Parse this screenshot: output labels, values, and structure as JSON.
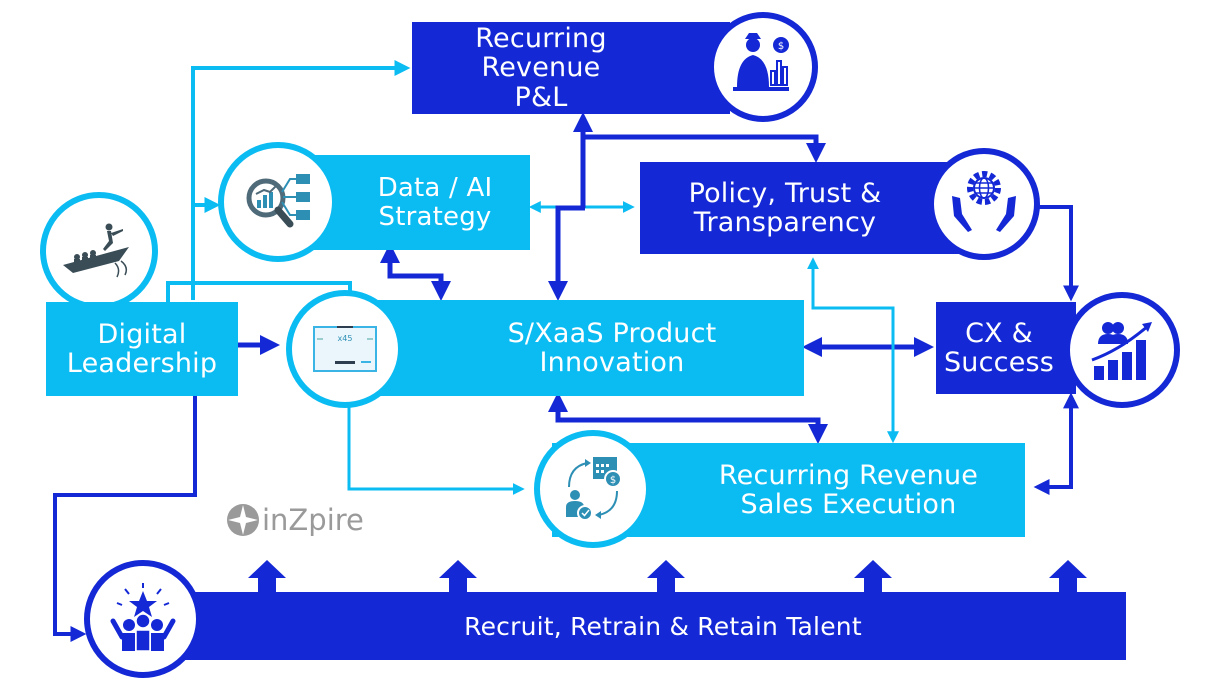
{
  "diagram": {
    "title": "Recurring Revenue Operating Model",
    "colors": {
      "dark_blue": "#1428d6",
      "light_blue": "#0bbcf3",
      "logo_gray": "#9a9a9a"
    },
    "nodes": {
      "recurring_revenue_pl": {
        "label": "Recurring Revenue\nP&L",
        "icon": "businessman-analytics-icon"
      },
      "data_ai_strategy": {
        "label": "Data / AI\nStrategy",
        "icon": "magnifier-analytics-icon"
      },
      "policy_trust": {
        "label": "Policy, Trust &\nTransparency",
        "icon": "hands-globe-gear-icon"
      },
      "digital_leadership": {
        "label": "Digital\nLeadership",
        "icon": "leader-boat-icon"
      },
      "product_innovation": {
        "label": "S/XaaS Product\nInnovation",
        "icon": "saas-dashboard-icon"
      },
      "cx_success": {
        "label": "CX &\nSuccess",
        "icon": "customer-growth-chart-icon"
      },
      "sales_execution": {
        "label": "Recurring Revenue\nSales Execution",
        "icon": "subscription-cycle-icon"
      },
      "talent": {
        "label": "Recruit, Retrain & Retain Talent",
        "icon": "team-star-icon"
      }
    },
    "logo": {
      "text": "inZpire",
      "icon": "compass-star-icon"
    },
    "connections": [
      {
        "from": "Digital Leadership",
        "to": "Recurring Revenue P&L",
        "style": "light",
        "direction": "one-way"
      },
      {
        "from": "Digital Leadership",
        "to": "Data / AI Strategy",
        "style": "light",
        "direction": "one-way"
      },
      {
        "from": "Digital Leadership",
        "to": "S/XaaS Product Innovation",
        "style": "dark",
        "direction": "one-way"
      },
      {
        "from": "Digital Leadership",
        "to": "Recruit, Retrain & Retain Talent",
        "style": "dark",
        "direction": "one-way"
      },
      {
        "from": "S/XaaS Product Innovation",
        "to": "Recurring Revenue Sales Execution",
        "style": "light",
        "direction": "one-way"
      },
      {
        "from": "Data / AI Strategy",
        "to": "S/XaaS Product Innovation",
        "style": "dark",
        "direction": "two-way"
      },
      {
        "from": "Data / AI Strategy",
        "to": "Policy, Trust & Transparency",
        "style": "light",
        "direction": "two-way"
      },
      {
        "from": "Recurring Revenue P&L",
        "to": "Policy, Trust & Transparency",
        "style": "dark",
        "direction": "two-way"
      },
      {
        "from": "Recurring Revenue P&L",
        "to": "S/XaaS Product Innovation",
        "style": "dark",
        "direction": "two-way"
      },
      {
        "from": "Policy, Trust & Transparency",
        "to": "CX & Success",
        "style": "dark",
        "direction": "one-way"
      },
      {
        "from": "S/XaaS Product Innovation",
        "to": "CX & Success",
        "style": "dark",
        "direction": "two-way"
      },
      {
        "from": "S/XaaS Product Innovation",
        "to": "Recurring Revenue Sales Execution",
        "style": "dark",
        "direction": "two-way"
      },
      {
        "from": "Recurring Revenue Sales Execution",
        "to": "Policy, Trust & Transparency",
        "style": "light",
        "direction": "two-way"
      },
      {
        "from": "CX & Success",
        "to": "Recurring Revenue Sales Execution",
        "style": "dark",
        "direction": "two-way"
      },
      {
        "from": "Recruit, Retrain & Retain Talent",
        "to": "all",
        "style": "dark",
        "direction": "one-way",
        "count": 5
      }
    ]
  }
}
